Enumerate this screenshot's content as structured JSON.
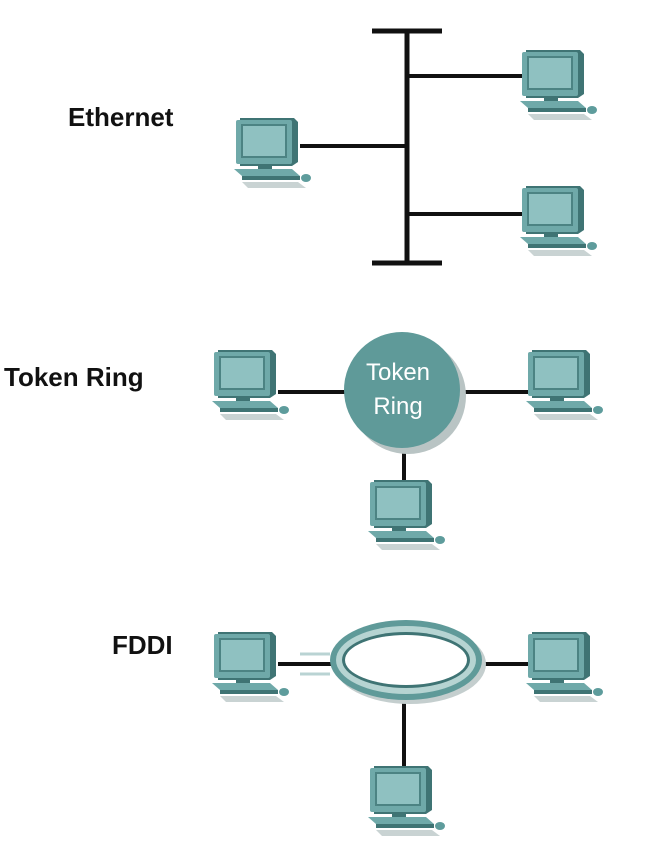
{
  "labels": {
    "ethernet": "Ethernet",
    "token_ring": "Token Ring",
    "fddi": "FDDI"
  },
  "token_ring_hub": {
    "line1": "Token",
    "line2": "Ring"
  },
  "icons": {
    "workstation": "desktop-computer-icon"
  },
  "colors": {
    "computer_teal": "#5e9c9c",
    "computer_dark": "#3f7474",
    "ring_teal": "#5f9a99",
    "cable": "#111111"
  }
}
